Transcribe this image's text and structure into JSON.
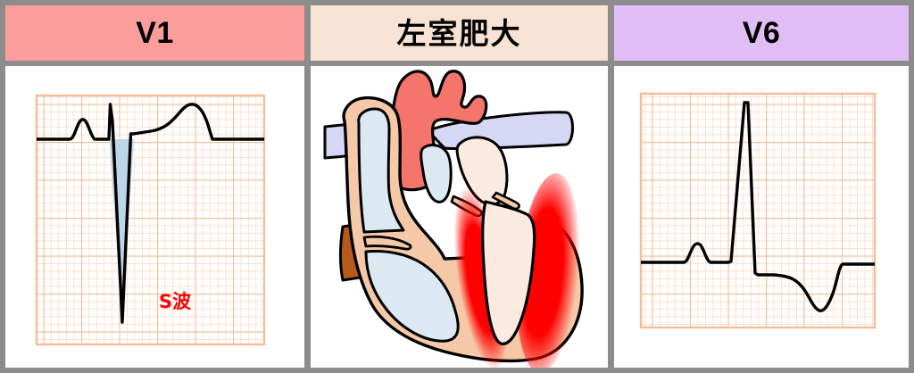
{
  "figure": {
    "title_row": {
      "left": {
        "label": "V1",
        "bg_color": "#FB9D9B"
      },
      "center": {
        "label": "左室肥大",
        "bg_color": "#F8E2D3"
      },
      "right": {
        "label": "V6",
        "bg_color": "#E0BDF5"
      }
    },
    "annotations": {
      "s_wave_label": "S波",
      "s_wave_label_color": "#FF0000"
    },
    "colors": {
      "frame": "#8c8c8c",
      "ecg_grid_minor": "#FBD8C0",
      "ecg_grid_major": "#F7C4A3",
      "ecg_trace": "#000000",
      "s_wave_fill": "#BCD6E8",
      "heart_outline": "#000000",
      "heart_myocardium": "#F5C9A8",
      "heart_right_chamber": "#DCE9F2",
      "heart_left_chamber": "#FAEADF",
      "heart_artery": "#F5746B",
      "heart_vein": "#D6D6F5",
      "heart_vena_cava": "#B5591C",
      "hypertrophy_highlight": "#FF0000"
    }
  },
  "chart_data": [
    {
      "type": "line",
      "title": "V1",
      "xlabel": "",
      "ylabel": "",
      "description": "ECG lead V1 tracing showing a small r wave followed by a very deep, shaded S wave characteristic of left ventricular hypertrophy",
      "grid": true,
      "grid_minor_mm": 1,
      "grid_major_mm": 5,
      "annotations": [
        "S波"
      ],
      "series": [
        {
          "name": "V1 waveform",
          "points": [
            [
              0,
              0
            ],
            [
              20,
              0
            ],
            [
              26,
              0
            ],
            [
              32,
              12
            ],
            [
              38,
              16
            ],
            [
              44,
              12
            ],
            [
              50,
              0
            ],
            [
              62,
              0
            ],
            [
              70,
              0
            ],
            [
              72,
              28
            ],
            [
              74,
              12
            ],
            [
              78,
              -150
            ],
            [
              80,
              -252
            ],
            [
              82,
              -150
            ],
            [
              86,
              6
            ],
            [
              88,
              6
            ],
            [
              104,
              8
            ],
            [
              120,
              14
            ],
            [
              130,
              26
            ],
            [
              138,
              30
            ],
            [
              146,
              26
            ],
            [
              154,
              10
            ],
            [
              160,
              0
            ],
            [
              200,
              0
            ]
          ]
        }
      ]
    },
    {
      "type": "line",
      "title": "V6",
      "xlabel": "",
      "ylabel": "",
      "description": "ECG lead V6 tracing showing a tall R wave with ST segment depression and T wave inversion (strain pattern) of left ventricular hypertrophy",
      "grid": true,
      "grid_minor_mm": 1,
      "grid_major_mm": 5,
      "annotations": [],
      "series": [
        {
          "name": "V6 waveform",
          "points": [
            [
              0,
              0
            ],
            [
              28,
              0
            ],
            [
              36,
              14
            ],
            [
              42,
              18
            ],
            [
              48,
              14
            ],
            [
              56,
              0
            ],
            [
              68,
              0
            ],
            [
              70,
              40
            ],
            [
              76,
              196
            ],
            [
              80,
              210
            ],
            [
              84,
              120
            ],
            [
              90,
              -22
            ],
            [
              96,
              -24
            ],
            [
              112,
              -28
            ],
            [
              126,
              -42
            ],
            [
              136,
              -58
            ],
            [
              144,
              -62
            ],
            [
              152,
              -42
            ],
            [
              158,
              -6
            ],
            [
              162,
              0
            ],
            [
              200,
              0
            ]
          ]
        }
      ]
    }
  ],
  "heart_diagram": {
    "name": "left-ventricular-hypertrophy-cross-section",
    "description": "Coronal cross-section of the heart with markedly thickened left ventricular wall shaded in red",
    "structures": [
      "aorta",
      "pulmonary-artery",
      "pulmonary-veins",
      "superior-vena-cava",
      "inferior-vena-cava",
      "right-atrium",
      "right-ventricle",
      "left-atrium",
      "left-ventricle",
      "interventricular-septum",
      "thickened-left-ventricular-wall"
    ]
  }
}
